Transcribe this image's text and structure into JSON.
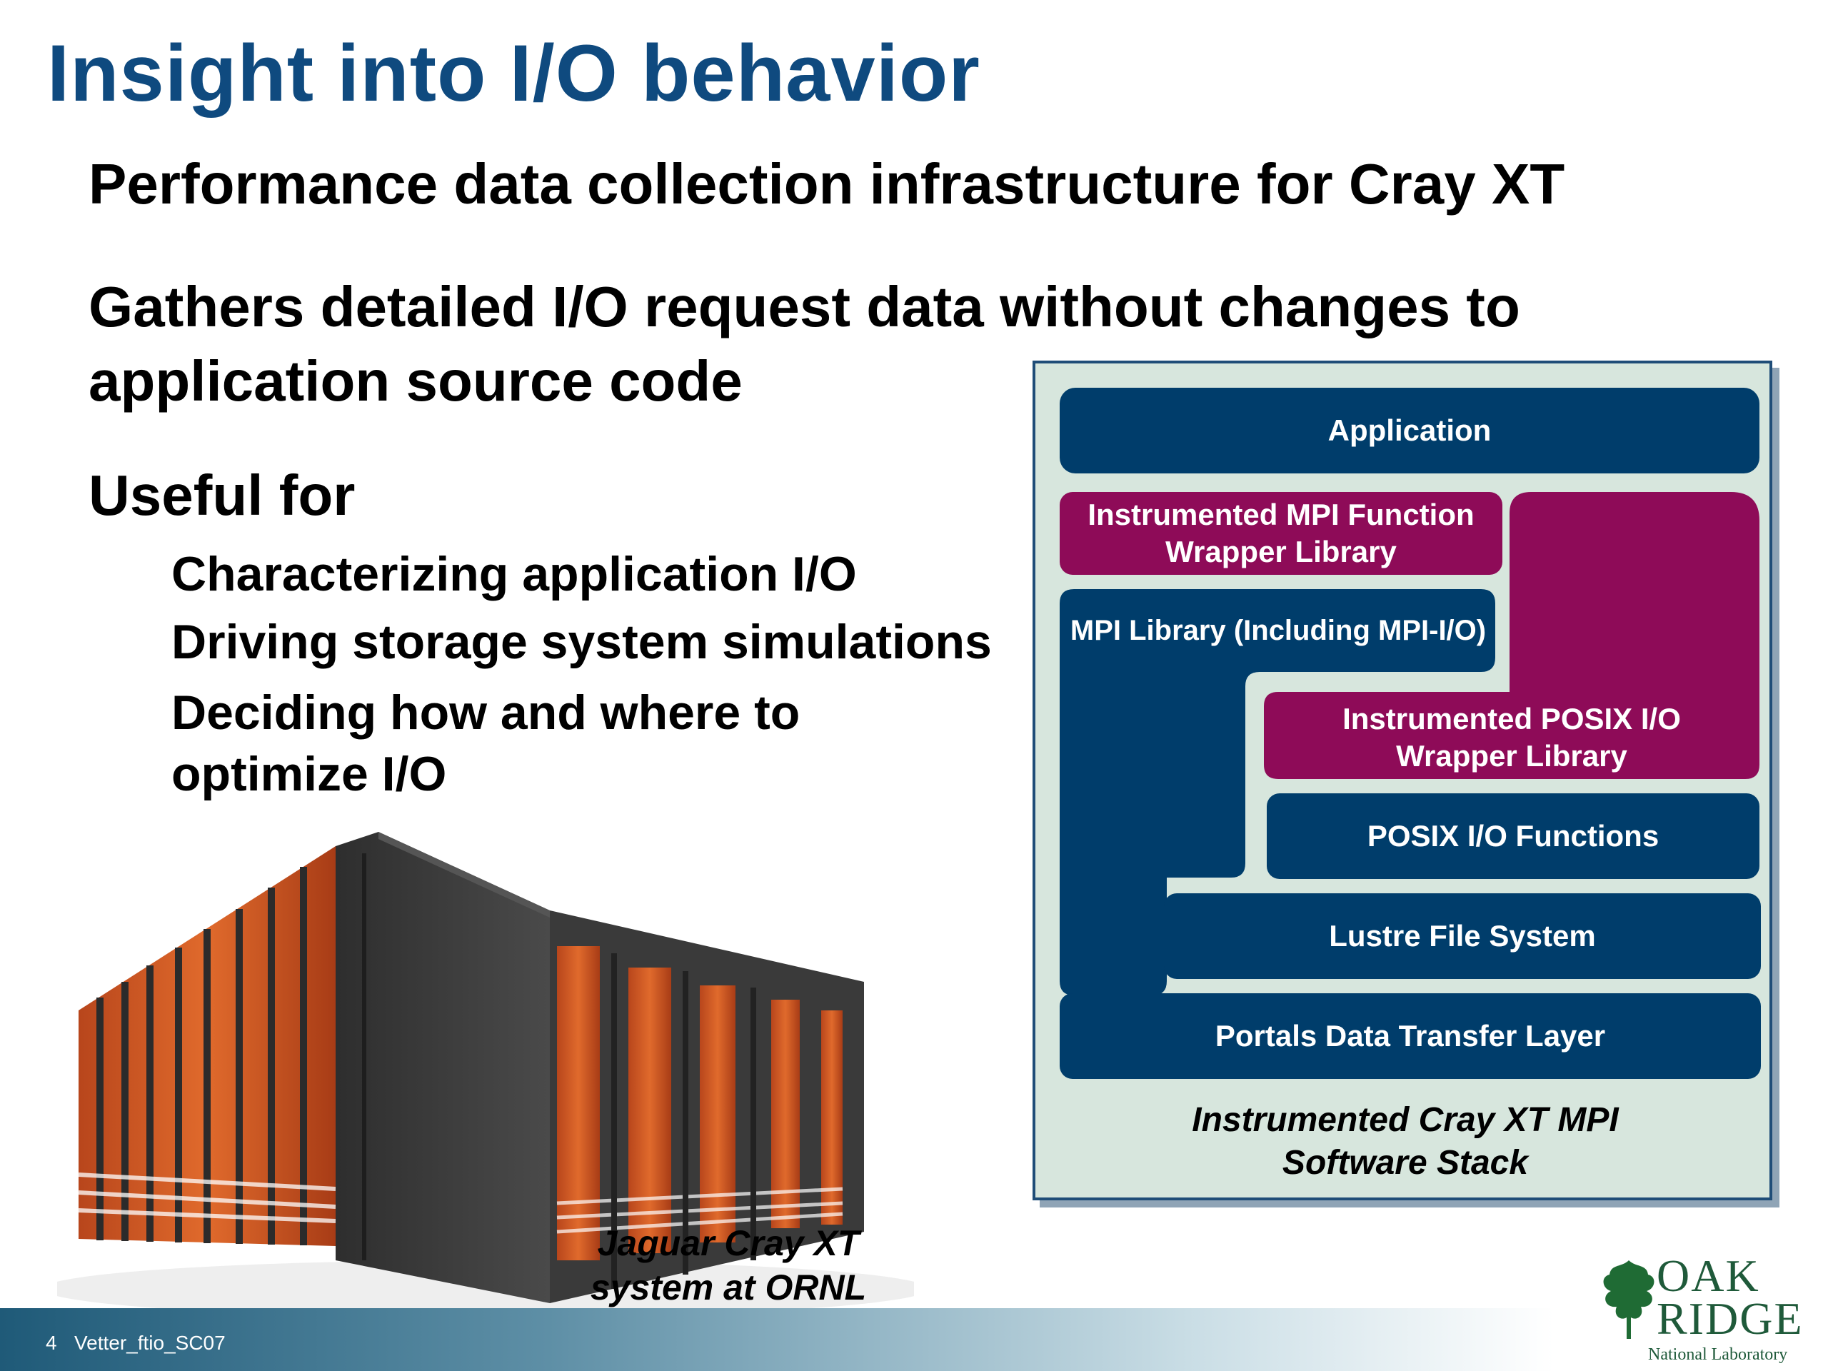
{
  "slide": {
    "title": "Insight into I/O behavior",
    "bullets": [
      "Performance data collection infrastructure for Cray XT",
      "Gathers detailed I/O request data without changes to",
      "application source code",
      "Useful for"
    ],
    "sub_bullets": [
      "Characterizing application I/O",
      "Driving storage system simulations",
      "Deciding how and where to",
      "optimize I/O"
    ],
    "photo_caption": [
      "Jaguar Cray XT",
      "system at ORNL"
    ]
  },
  "stack": {
    "layers": {
      "application": "Application",
      "mpi_wrapper": [
        "Instrumented MPI Function",
        "Wrapper Library"
      ],
      "mpi_library": "MPI Library (Including MPI-I/O)",
      "posix_wrapper": [
        "Instrumented POSIX I/O",
        "Wrapper Library"
      ],
      "posix_functions": "POSIX I/O Functions",
      "lustre": "Lustre File System",
      "portals": "Portals Data Transfer Layer"
    },
    "caption": [
      "Instrumented Cray XT MPI",
      "Software Stack"
    ],
    "colors": {
      "blue": "#003d6b",
      "magenta": "#8e0b58",
      "panel": "#d7e6dd"
    }
  },
  "footer": {
    "slide_number": "4",
    "text": "Vetter_ftio_SC07"
  },
  "logo": {
    "line1": "OAK",
    "line2": "RIDGE",
    "line3": "National Laboratory"
  }
}
